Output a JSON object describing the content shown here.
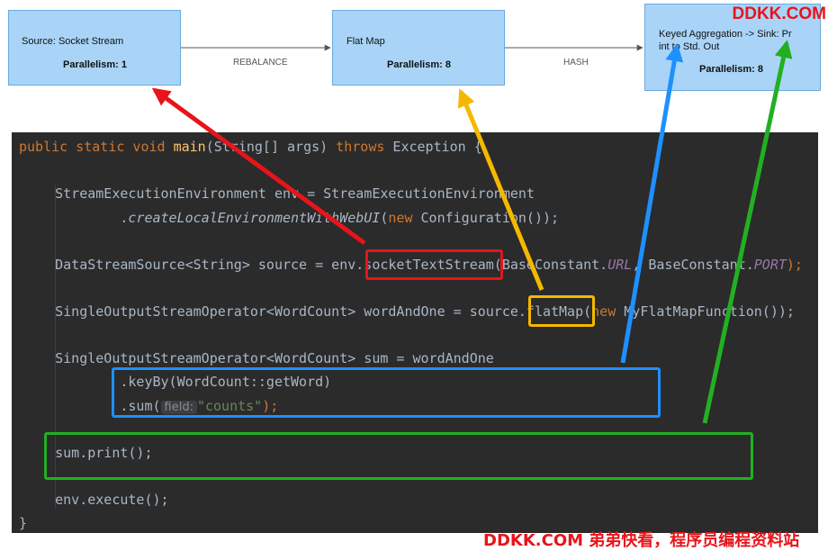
{
  "diagram": {
    "nodes": [
      {
        "title": "Source: Socket Stream",
        "parallelism": "Parallelism: 1"
      },
      {
        "title": "Flat Map",
        "parallelism": "Parallelism: 8"
      },
      {
        "title": "Keyed Aggregation -> Sink: Pr",
        "title2": "int to Std. Out",
        "parallelism": "Parallelism: 8"
      }
    ],
    "edges": [
      {
        "label": "REBALANCE"
      },
      {
        "label": "HASH"
      }
    ]
  },
  "code": {
    "line1": {
      "kw1": "public static void ",
      "fn": "main",
      "rest": "(String[] args) ",
      "kw2": "throws",
      "end": " Exception {"
    },
    "line2": "    StreamExecutionEnvironment env = StreamExecutionEnvironment",
    "line3": {
      "pre": "            .",
      "method": "createLocalEnvironmentWithWebUI",
      "mid": "(",
      "kw": "new",
      "end": " Configuration());"
    },
    "line4": {
      "pre": "    DataStreamSource<String> source = env.socketTextStream(BaseConstant.",
      "c1": "URL",
      "mid": ", BaseConstant.",
      "c2": "PORT",
      "end": ");"
    },
    "line5": {
      "pre": "    SingleOutputStreamOperator<WordCount> wordAndOne = source.flatMap(",
      "kw": "new",
      "end": " MyFlatMapFunction());"
    },
    "line6": "    SingleOutputStreamOperator<WordCount> sum = wordAndOne",
    "line7": "            .keyBy(WordCount::getWord)",
    "line8": {
      "pre": "            .sum(",
      "hint": "field:",
      "str": "\"counts\"",
      "end": ");"
    },
    "line9": "    sum.print();",
    "line10": "    env.execute();",
    "line11": "}"
  },
  "highlights": {
    "red": "#e8141b",
    "yellow": "#f5b800",
    "blue": "#1e90ff",
    "green": "#22b022"
  },
  "watermark": {
    "top": "DDKK.COM",
    "bottom": "DDKK.COM 弟弟快看，程序员编程资料站"
  }
}
